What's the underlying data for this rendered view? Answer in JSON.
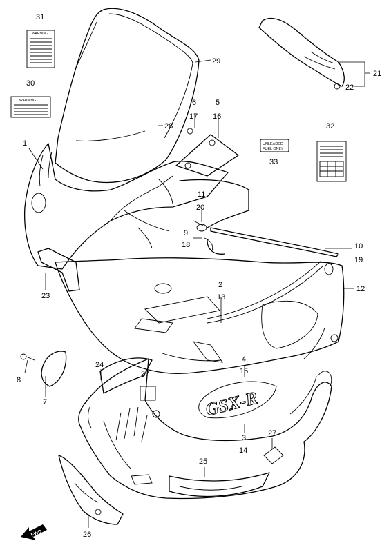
{
  "callouts": {
    "c1": "1",
    "c2": "2",
    "c3": "3",
    "c4": "4",
    "c5": "5",
    "c6": "6",
    "c7": "7",
    "c8": "8",
    "c9": "9",
    "c10": "10",
    "c11": "11",
    "c12": "12",
    "c13": "13",
    "c14": "14",
    "c15": "15",
    "c16": "16",
    "c17": "17",
    "c18": "18",
    "c19": "19",
    "c20": "20",
    "c21": "21",
    "c22": "22",
    "c23": "23",
    "c24": "24",
    "c25": "25",
    "c26": "26",
    "c27a": "27",
    "c27b": "27",
    "c28": "28",
    "c29": "29",
    "c30": "30",
    "c31": "31",
    "c32": "32",
    "c33": "33"
  },
  "labels": {
    "unleaded_line1": "UNLEADED",
    "unleaded_line2": "FUEL ONLY",
    "warning_label": "WARNING",
    "logo_text": "GSX-R",
    "fwd_text": "FWD"
  }
}
